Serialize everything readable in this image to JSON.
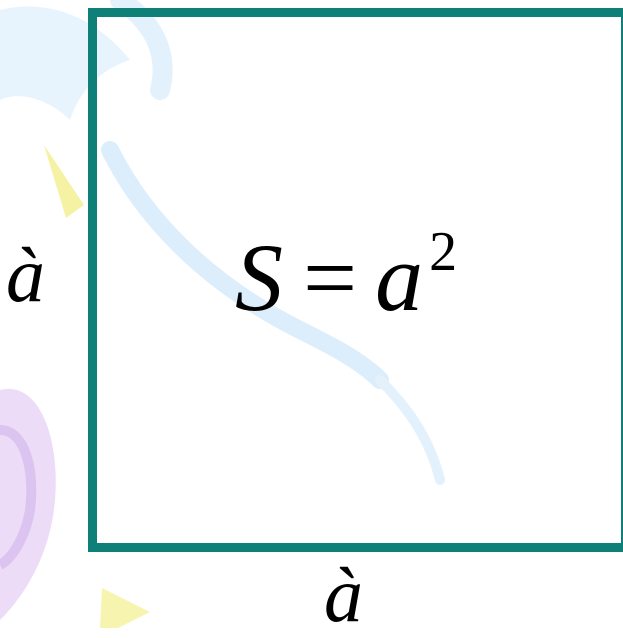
{
  "labels": {
    "side_left": "à",
    "side_bottom": "à"
  },
  "formula": {
    "lhs": "S",
    "equals": "=",
    "base": "a",
    "exponent": "2"
  },
  "colors": {
    "square_border": "#0e8077",
    "background": "#ffffff",
    "decor_blue": "#d8ecfb",
    "decor_yellow": "#f6f3a8",
    "decor_purple": "#e7d6f6"
  },
  "icons": {
    "background_decoration": "decorative-swirl-graphic"
  }
}
